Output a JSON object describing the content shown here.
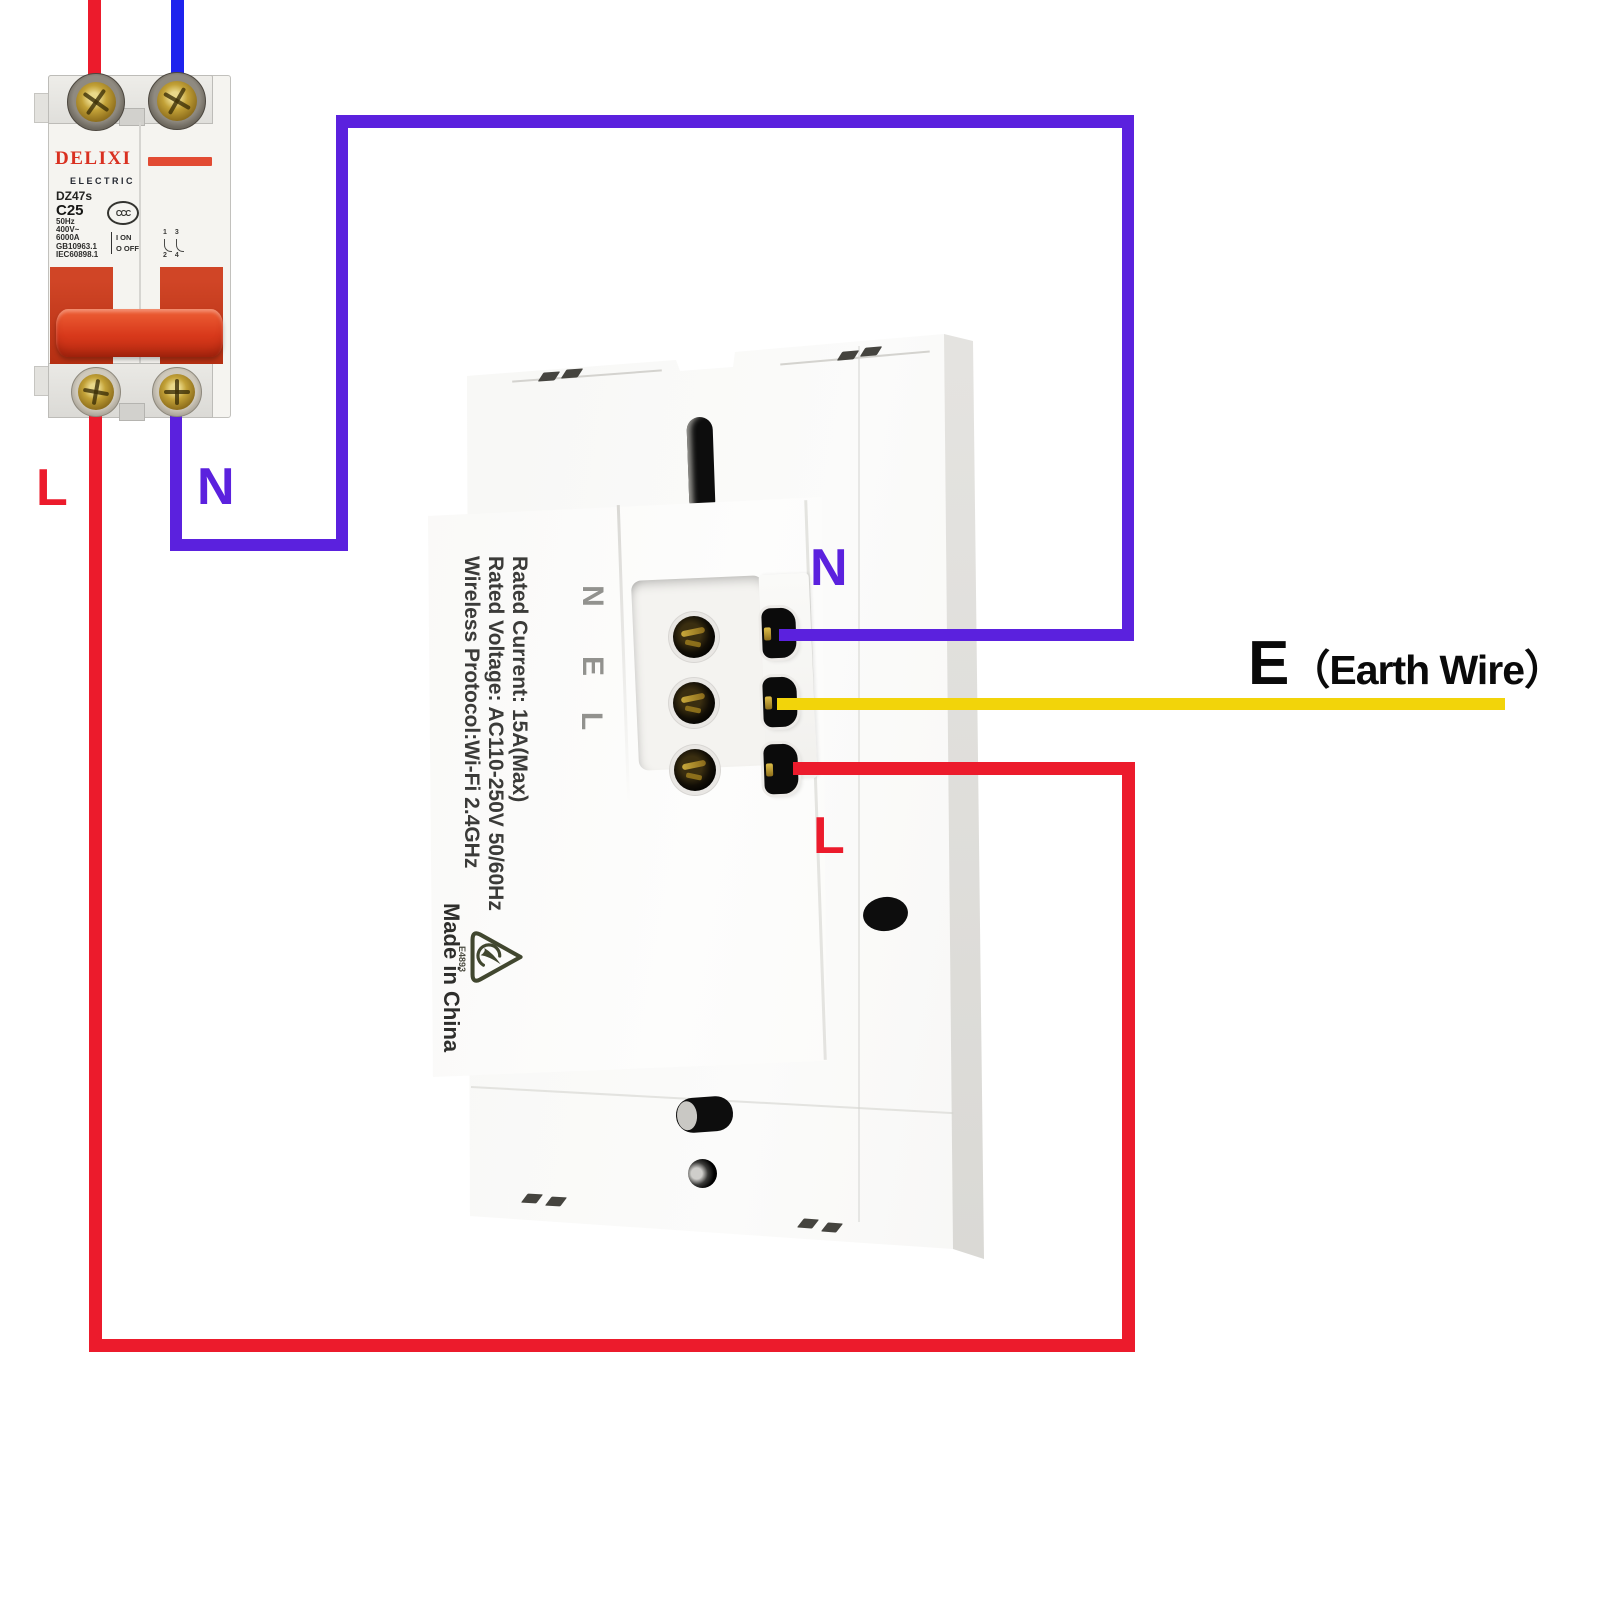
{
  "breaker": {
    "brand": "DELIXI",
    "brand_sub": "ELECTRIC",
    "model": "DZ47s",
    "rating": "C25",
    "specs": [
      "50Hz",
      "400V~",
      "6000A",
      "GB10963.1",
      "IEC60898.1"
    ],
    "ccc_mark": "CCC",
    "on_label": "I ON",
    "off_label": "O OFF",
    "pole_top": "1 3",
    "pole_bottom": "2 4"
  },
  "smart_switch": {
    "label_lines": [
      "Rated Current: 15A(Max)",
      "Rated Voltage: AC110-250V 50/60Hz",
      "Wireless Protocol:Wi-Fi 2.4GHz"
    ],
    "terminals": [
      "N",
      "E",
      "L"
    ],
    "made_in": "Made in China",
    "cert_code": "E4893"
  },
  "wires": {
    "labels": {
      "live_left": "L",
      "neutral_left": "N",
      "neutral_switch": "N",
      "live_switch": "L",
      "earth_letter": "E",
      "earth_name": "（Earth Wire）"
    },
    "colors": {
      "live": "#ec1b2c",
      "neutral_feed": "#1d23ee",
      "neutral": "#5b21de",
      "earth": "#f2d40a"
    }
  }
}
